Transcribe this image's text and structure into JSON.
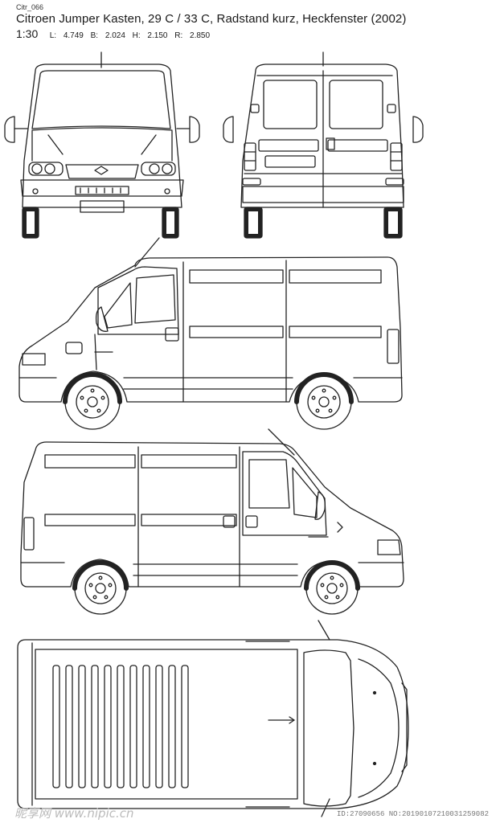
{
  "header": {
    "code": "Citr_066",
    "title": "Citroen Jumper Kasten, 29 C / 33 C, Radstand kurz, Heckfenster (2002)",
    "scale": "1:30",
    "dims": "L: 4.749   B: 2.024   H: 2.150   R: 2.850"
  },
  "watermark": {
    "logo": "昵享网 www.nipic.cn",
    "id": "ID:27090656 NO:20190107210031259082"
  }
}
